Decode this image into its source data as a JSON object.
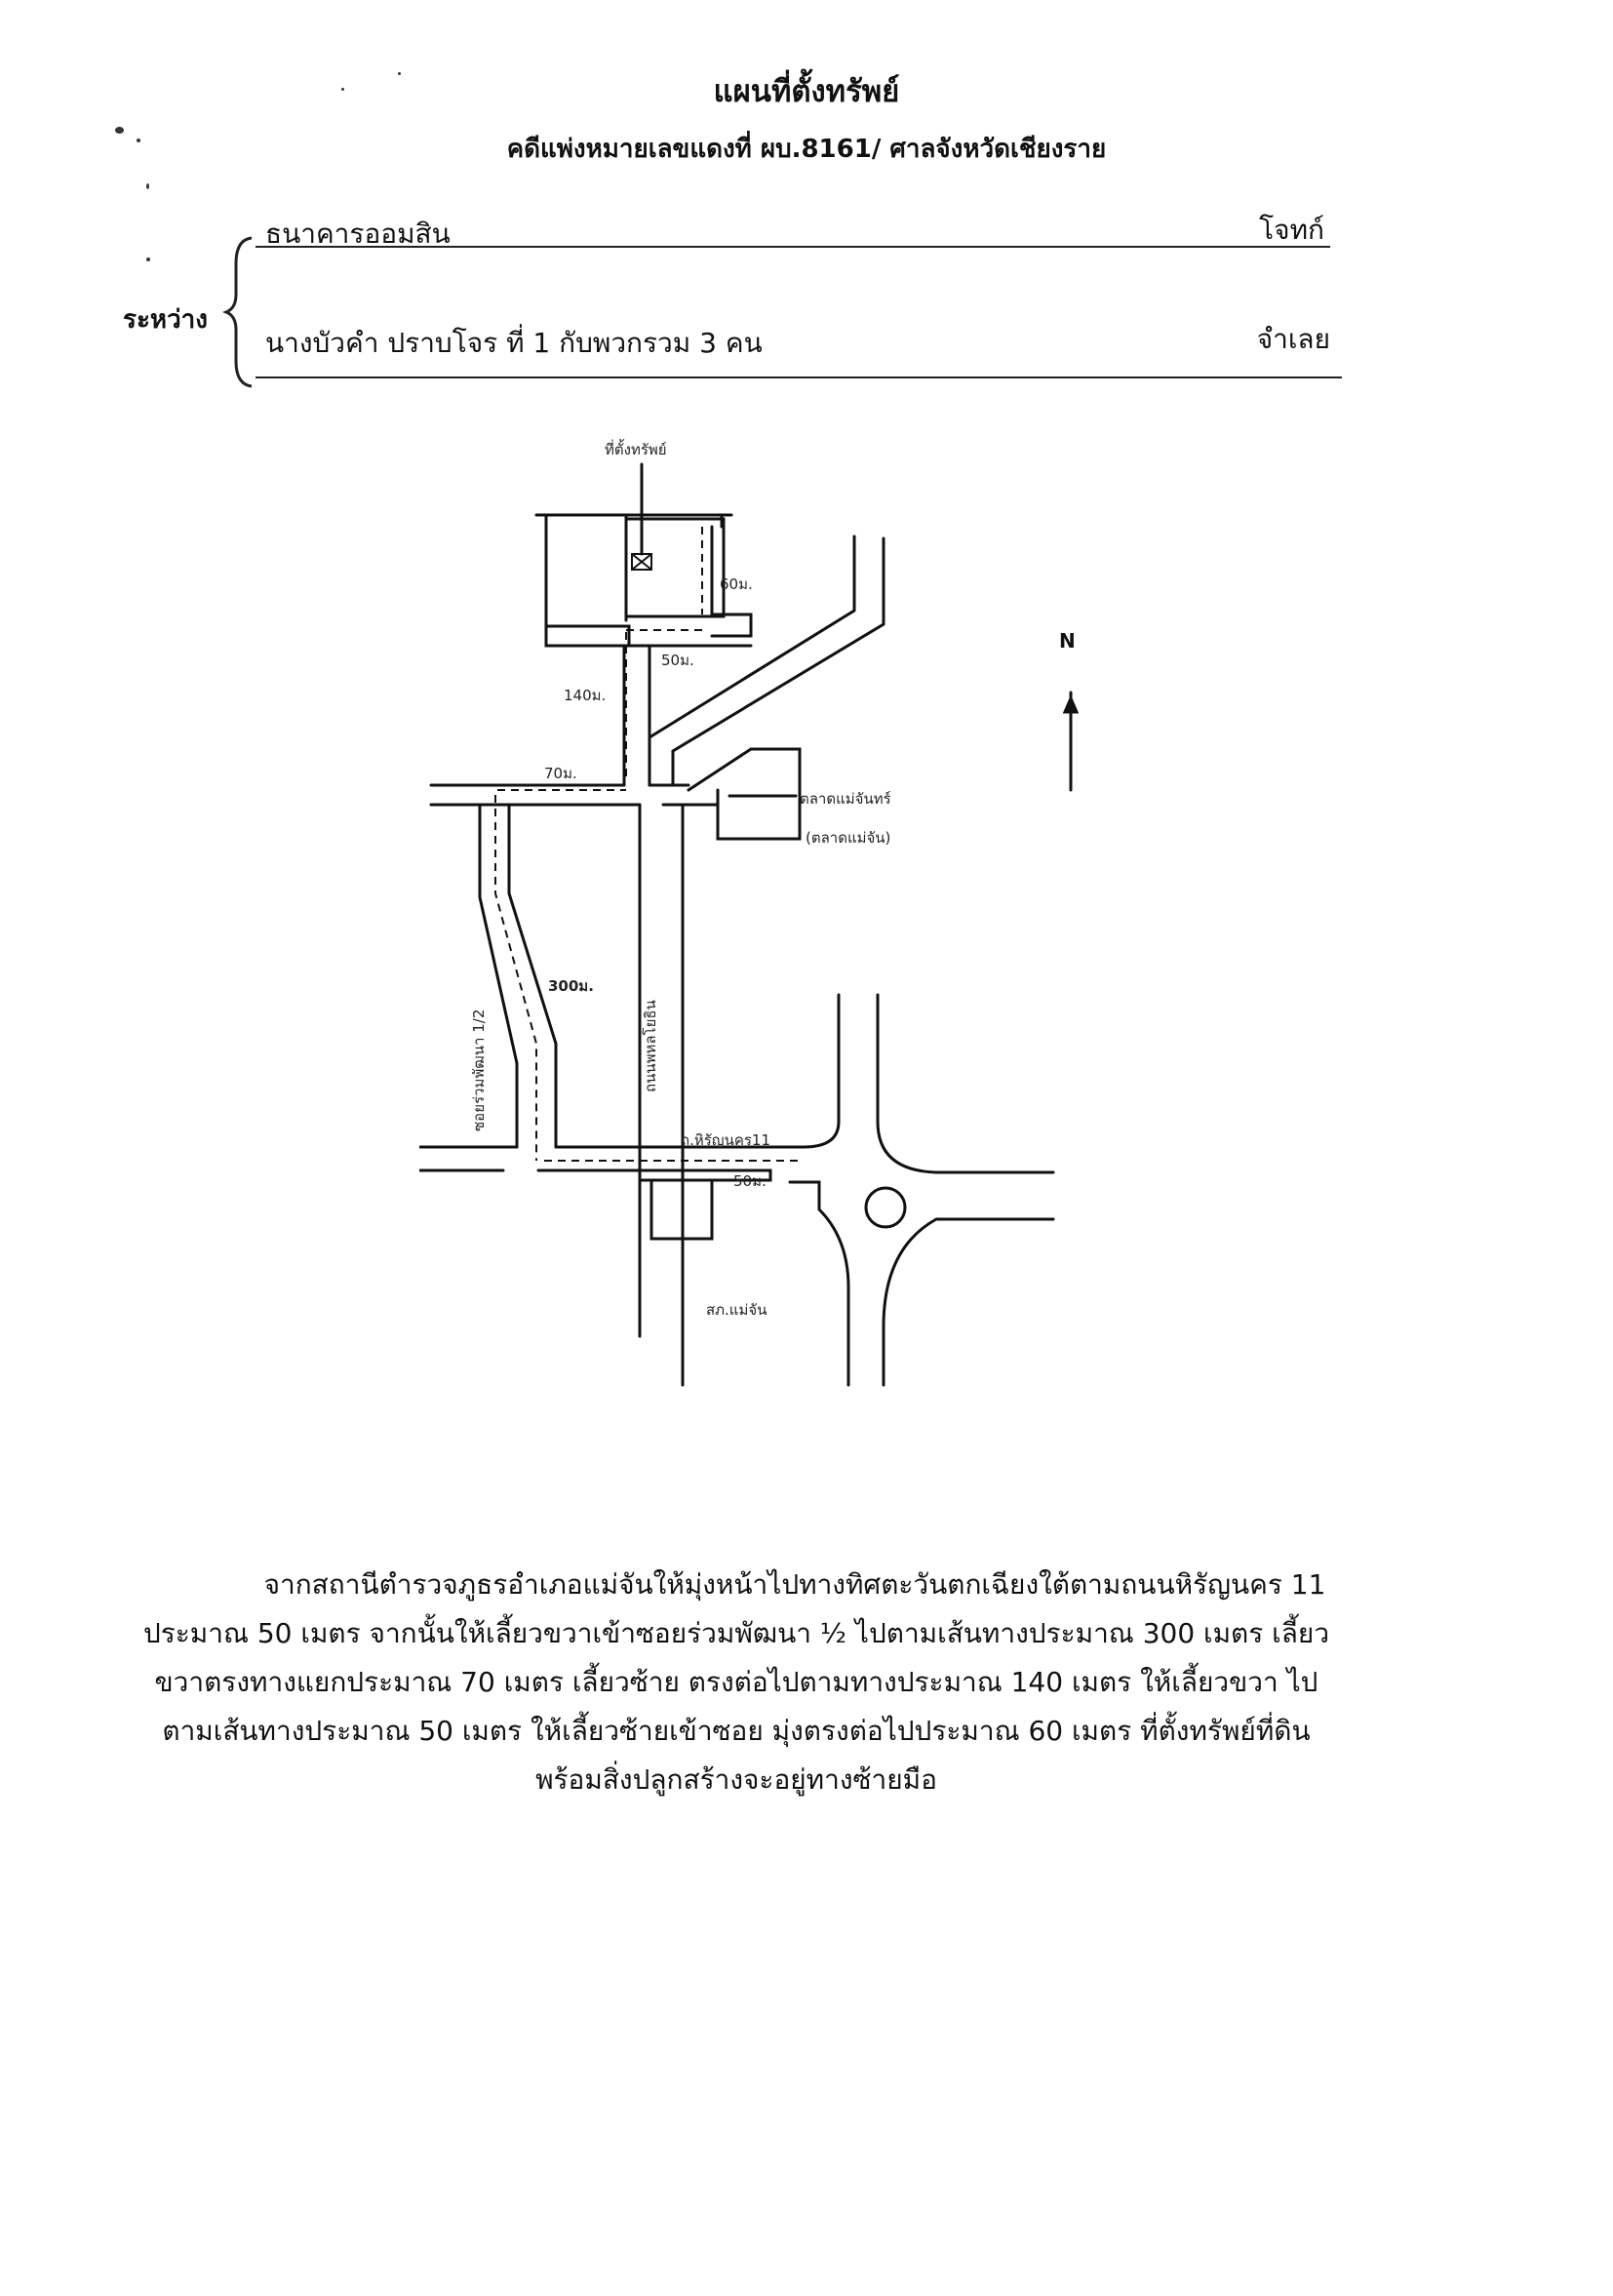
{
  "header": {
    "title": "แผนที่ตั้งทรัพย์",
    "subtitle": "คดีแพ่งหมายเลขแดงที่ ผบ.8161/ ศาลจังหวัดเชียงราย"
  },
  "parties": {
    "between_label": "ระหว่าง",
    "plaintiff": {
      "name": "ธนาคารออมสิน",
      "role": "โจทก์"
    },
    "defendant": {
      "name": "นางบัวคำ ปราบโจร ที่ 1 กับพวกรวม 3 คน",
      "role": "จำเลย"
    }
  },
  "map": {
    "property_label": "ที่ตั้งทรัพย์",
    "north_label": "N",
    "distance_60": "60ม.",
    "distance_50": "50ม.",
    "distance_140": "140ม.",
    "distance_70": "70ม.",
    "distance_300": "300ม.",
    "distance_50b": "50ม.",
    "market_label": "ตลาดแม่จันทร์",
    "market_sublabel": "(ตลาดแม่จัน)",
    "soi_label": "ซอยร่วมพัฒนา 1/2",
    "main_road_label": "ถนนพหลโยธิน",
    "road_label": "ถ.หิรัญนคร11",
    "police_label": "สภ.แม่จัน"
  },
  "directions": {
    "lines": [
      "จากสถานีตำรวจภูธรอำเภอแม่จันให้มุ่งหน้าไปทางทิศตะวันตกเฉียงใต้ตามถนนหิรัญนคร 11",
      "ประมาณ 50 เมตร จากนั้นให้เลี้ยวขวาเข้าซอยร่วมพัฒนา ½ ไปตามเส้นทางประมาณ 300 เมตร เลี้ยว",
      "ขวาตรงทางแยกประมาณ 70 เมตร เลี้ยวซ้าย ตรงต่อไปตามทางประมาณ 140 เมตร ให้เลี้ยวขวา ไป",
      "ตามเส้นทางประมาณ 50 เมตร ให้เลี้ยวซ้ายเข้าซอย มุ่งตรงต่อไปประมาณ 60 เมตร ที่ตั้งทรัพย์ที่ดิน",
      "พร้อมสิ่งปลูกสร้างจะอยู่ทางซ้ายมือ"
    ]
  }
}
